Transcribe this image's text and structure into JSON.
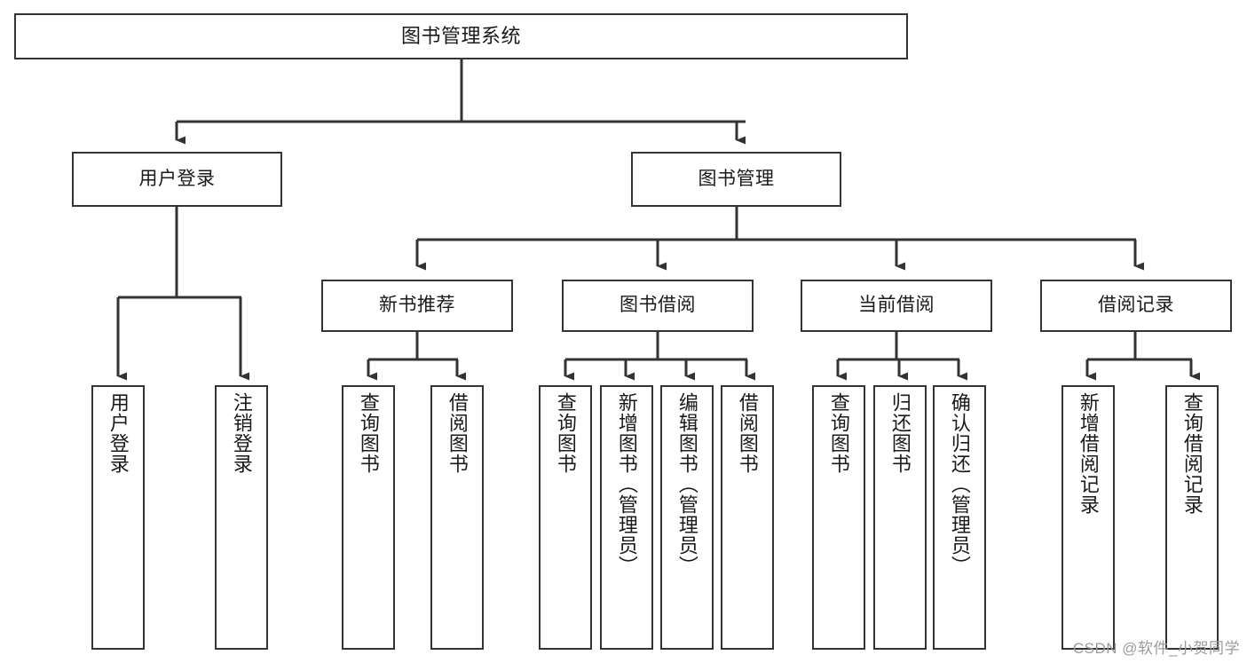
{
  "diagram": {
    "title": "图书管理系统",
    "type": "tree-hierarchy",
    "watermark": "CSDN @软件_小贺同学",
    "colors": {
      "background": "#ffffff",
      "box_border": "#333333",
      "box_fill": "#ffffff",
      "text": "#1a1a1a",
      "connector": "#333333",
      "watermark": "#9b9b9b"
    },
    "levels": {
      "level1": [
        {
          "id": "n-user-login",
          "label": "用户登录"
        },
        {
          "id": "n-book-manage",
          "label": "图书管理"
        }
      ],
      "level2": [
        {
          "id": "n-new-book-rec",
          "label": "新书推荐"
        },
        {
          "id": "n-book-borrow",
          "label": "图书借阅"
        },
        {
          "id": "n-current-borrow",
          "label": "当前借阅"
        },
        {
          "id": "n-borrow-record",
          "label": "借阅记录"
        }
      ],
      "leaves": {
        "user_login": [
          {
            "id": "leaf-user-login",
            "label": "用户登录"
          },
          {
            "id": "leaf-logout-login",
            "label": "注销登录"
          }
        ],
        "new_book_rec": [
          {
            "id": "leaf-query-book-1",
            "label": "查询图书"
          },
          {
            "id": "leaf-borrow-book-1",
            "label": "借阅图书"
          }
        ],
        "book_borrow": [
          {
            "id": "leaf-query-book-2",
            "label": "查询图书"
          },
          {
            "id": "leaf-add-book",
            "label": "新增图书（管理员）"
          },
          {
            "id": "leaf-edit-book",
            "label": "编辑图书（管理员）"
          },
          {
            "id": "leaf-borrow-book-2",
            "label": "借阅图书"
          }
        ],
        "current_borrow": [
          {
            "id": "leaf-query-book-3",
            "label": "查询图书"
          },
          {
            "id": "leaf-return-book",
            "label": "归还图书"
          },
          {
            "id": "leaf-confirm-return",
            "label": "确认归还（管理员）"
          }
        ],
        "borrow_record": [
          {
            "id": "leaf-add-record",
            "label": "新增借阅记录"
          },
          {
            "id": "leaf-query-record",
            "label": "查询借阅记录"
          }
        ]
      }
    }
  }
}
